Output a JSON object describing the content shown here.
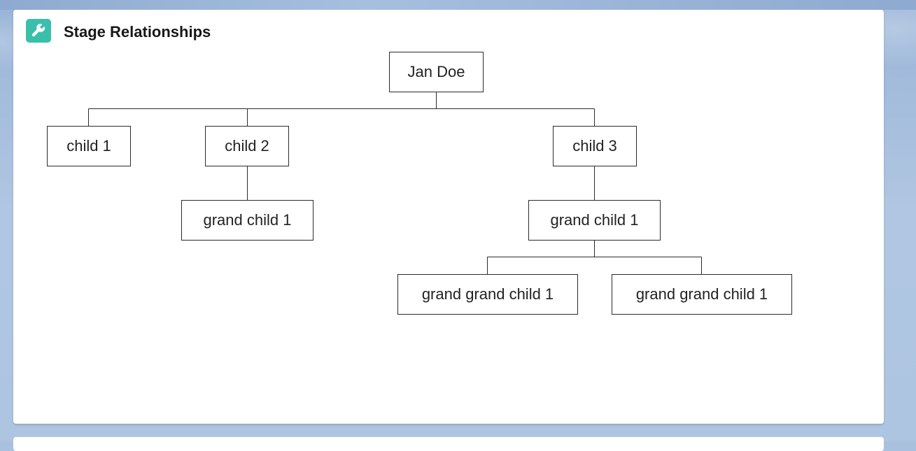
{
  "card": {
    "title": "Stage Relationships",
    "icon": "wrench-icon",
    "icon_color": "#3bbfad"
  },
  "tree": {
    "root": "Jan Doe",
    "child_1": "child 1",
    "child_2": "child 2",
    "child_2_grandchild_1": "grand child 1",
    "child_3": "child 3",
    "child_3_grandchild_1": "grand child 1",
    "great_grandchild_a": "grand grand child 1",
    "great_grandchild_b": "grand grand child 1"
  }
}
